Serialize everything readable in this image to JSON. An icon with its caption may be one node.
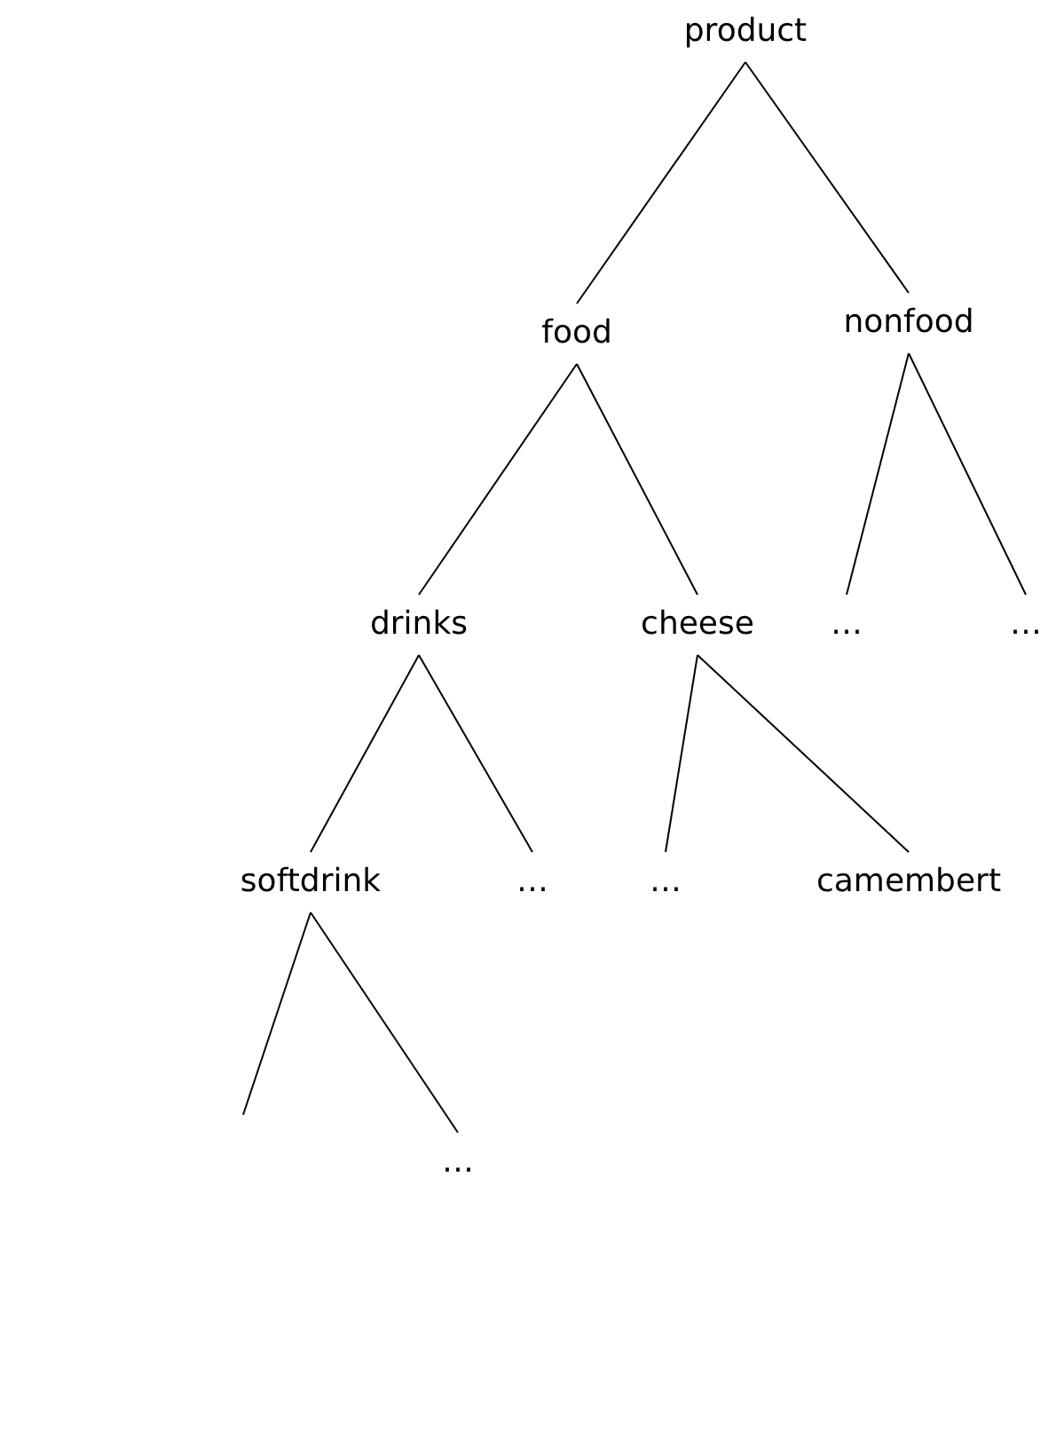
{
  "diagram": {
    "nodes": [
      {
        "text": [
          "product"
        ]
      },
      {
        "text": [
          "food"
        ]
      },
      {
        "text": [
          "nonfood"
        ]
      },
      {
        "text": [
          "drinks"
        ]
      },
      {
        "text": [
          "cheese"
        ]
      },
      {
        "text": [
          "…"
        ]
      },
      {
        "text": [
          "…"
        ]
      },
      {
        "text": [
          "softdrink"
        ]
      },
      {
        "text": [
          "…"
        ]
      },
      {
        "text": [
          "…"
        ]
      },
      {
        "text": [
          "camembert"
        ]
      },
      {
        "text": [
          "…"
        ]
      }
    ],
    "edges": [
      {
        "from": 0,
        "to": 1,
        "arrow": "none"
      },
      {
        "from": 0,
        "to": 2,
        "arrow": "none"
      },
      {
        "from": 1,
        "to": 3,
        "arrow": "none"
      },
      {
        "from": 1,
        "to": 4,
        "arrow": "none"
      },
      {
        "from": 2,
        "to": 5,
        "arrow": "none"
      },
      {
        "from": 2,
        "to": 6,
        "arrow": "none"
      },
      {
        "from": 3,
        "to": 7,
        "arrow": "none"
      },
      {
        "from": 3,
        "to": 8,
        "arrow": "none"
      },
      {
        "from": 4,
        "to": 9,
        "arrow": "none"
      },
      {
        "from": 4,
        "to": 10,
        "arrow": "none"
      },
      {
        "from": 7,
        "to": null,
        "arrow": "none"
      },
      {
        "from": 7,
        "to": 11,
        "arrow": "none"
      }
    ]
  }
}
